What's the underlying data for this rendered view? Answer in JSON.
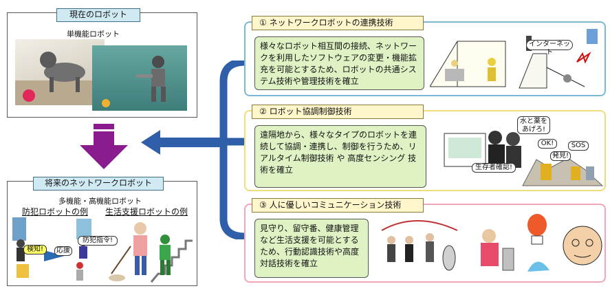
{
  "current": {
    "title": "現在のロボット",
    "subtitle": "単機能ロボット"
  },
  "future": {
    "title": "将来のネットワークロボット",
    "line1": "多機能・高機能ロボット",
    "crime_label": "防犯ロボットの例",
    "life_label": "生活支援ロボットの例",
    "bubble_detect": "検知!",
    "bubble_support": "応援",
    "bubble_order": "防犯指令!"
  },
  "techs": [
    {
      "title": "① ネットワークロボットの連携技術",
      "desc": "様々なロボット相互間の接続、ネットワークを利用したソフトウェアの変更・機能拡充を可能とするため、ロボットの共通システム技術や管理技術を確立",
      "bubble": "インターネット"
    },
    {
      "title": "② ロボット協調制御技術",
      "desc": "遠隔地から、様々なタイプのロボットを連続して協調・連携し、制御を行うため、リアルタイム制御技術 や 高度センシング 技術を確立",
      "bubbles": [
        "水と薬を あげろ!",
        "OK!",
        "SOS",
        "発見!",
        "生存者確認!"
      ]
    },
    {
      "title": "③ 人に優しいコミュニケーション技術",
      "desc": "見守り、留守番、健康管理など生活支援を可能とするため、行動認識技術や高度対話技術を確立"
    }
  ],
  "colors": {
    "panel_title_bg": "#cfeaf2",
    "tech_title_bg": "#fff6cc",
    "desc_bg": "#dff2c4",
    "border_blue": "#7ab8d8",
    "border_yellow": "#f2dc7a",
    "border_pink": "#f2a6b8",
    "connector_blue": "#2f5fa8",
    "down_arrow_purple": "#8a1c8e"
  }
}
